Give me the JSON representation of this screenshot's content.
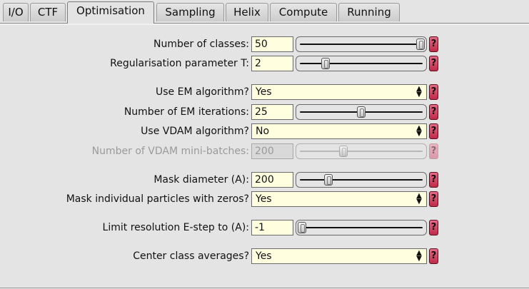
{
  "tabs": [
    "I/O",
    "CTF",
    "Optimisation",
    "Sampling",
    "Helix",
    "Compute",
    "Running"
  ],
  "active_tab": "Optimisation",
  "fields": {
    "num_classes": {
      "label": "Number of classes:",
      "value": "50",
      "slider_level": 1.0
    },
    "reg_t": {
      "label": "Regularisation parameter T:",
      "value": "2",
      "slider_level": 0.2
    },
    "use_em": {
      "label": "Use EM algorithm?",
      "value": "Yes"
    },
    "em_iter": {
      "label": "Number of EM iterations:",
      "value": "25",
      "slider_level": 0.5
    },
    "use_vdam": {
      "label": "Use VDAM algorithm?",
      "value": "No"
    },
    "vdam_batches": {
      "label": "Number of VDAM mini-batches:",
      "value": "200",
      "slider_level": 0.35,
      "disabled": true
    },
    "mask_diameter": {
      "label": "Mask diameter (A):",
      "value": "200",
      "slider_level": 0.22
    },
    "mask_zeros": {
      "label": "Mask individual particles with zeros?",
      "value": "Yes"
    },
    "limit_res": {
      "label": "Limit resolution E-step to (A):",
      "value": "-1",
      "slider_level": 0.0
    },
    "center_avg": {
      "label": "Center class averages?",
      "value": "Yes"
    }
  },
  "help_label": "?",
  "select_arrow": "▲▼",
  "colors": {
    "entry_bg": "#ffffe0",
    "help_bg": "#d0405e",
    "panel_bg": "#e4e4e4"
  }
}
